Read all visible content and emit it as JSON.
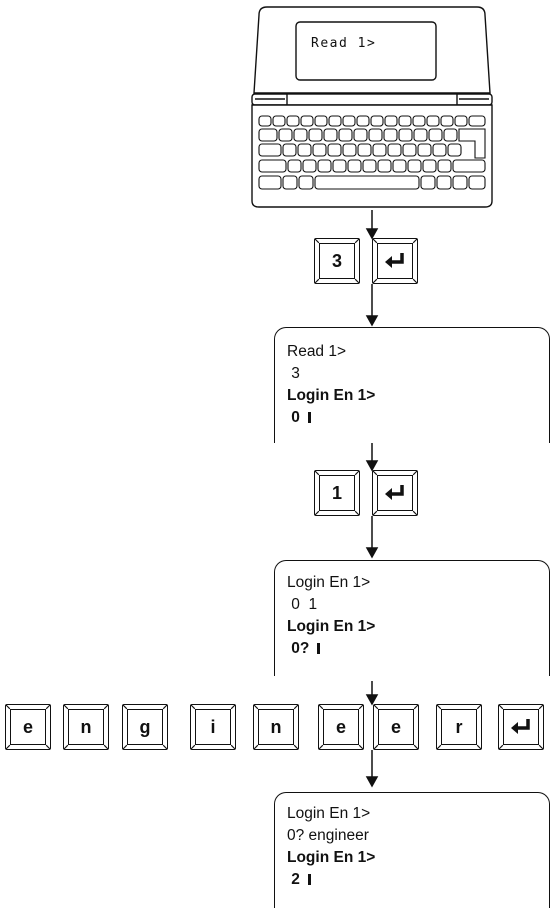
{
  "device": {
    "display_text": "Read 1>"
  },
  "step1": {
    "keys": [
      "3",
      "enter"
    ],
    "screen": {
      "line1": "Read 1>",
      "line2": " 3",
      "line3": "Login En 1>",
      "line4": " 0"
    }
  },
  "step2": {
    "keys": [
      "1",
      "enter"
    ],
    "screen": {
      "line1": "Login En 1>",
      "line2": " 0  1",
      "line3": "Login En 1>",
      "line4": " 0?"
    }
  },
  "step3": {
    "keys": [
      "e",
      "n",
      "g",
      "i",
      "n",
      "e",
      "e",
      "r",
      "enter"
    ],
    "screen": {
      "line1": "Login En 1>",
      "line2": "0? engineer",
      "line3": "Login En 1>",
      "line4": " 2"
    }
  }
}
